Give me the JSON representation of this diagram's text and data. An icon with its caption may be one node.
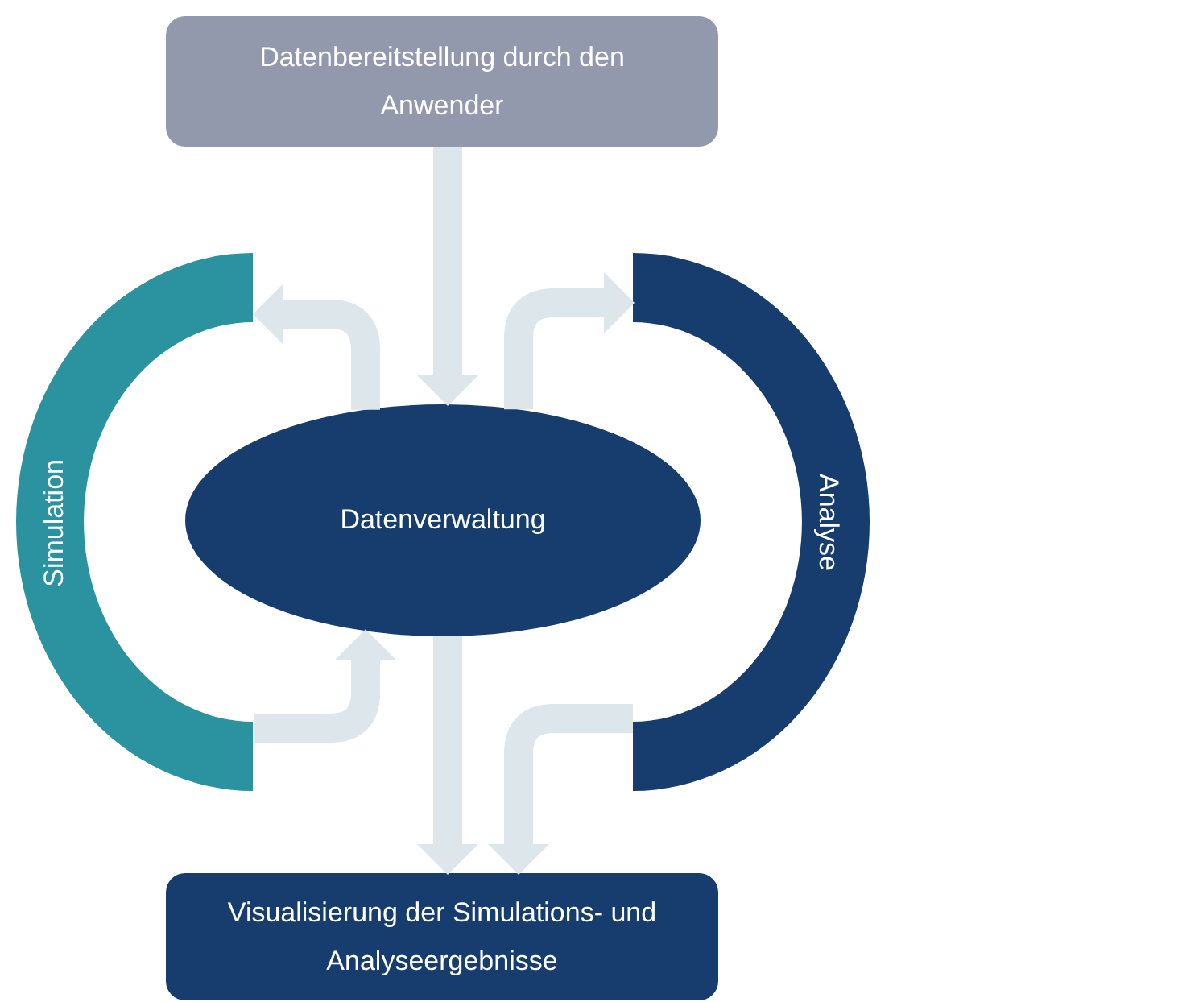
{
  "diagram": {
    "nodes": [
      {
        "text": [
          "Datenbereitstellung durch den Anwender"
        ]
      },
      {
        "text": [
          "Simulation"
        ]
      },
      {
        "text": [
          "Datenverwaltung"
        ]
      },
      {
        "text": [
          "Analyse"
        ]
      },
      {
        "text": [
          "Visualisierung der Simulations- und Analyseergebnisse"
        ]
      }
    ],
    "edges": [
      {
        "from": 0,
        "to": 2,
        "arrow": "to"
      },
      {
        "from": 2,
        "to": 1,
        "arrow": "to"
      },
      {
        "from": 2,
        "to": 3,
        "arrow": "to"
      },
      {
        "from": 1,
        "to": 2,
        "arrow": "to"
      },
      {
        "from": 2,
        "to": 4,
        "arrow": "to"
      },
      {
        "from": 3,
        "to": 4,
        "arrow": "to"
      }
    ]
  }
}
